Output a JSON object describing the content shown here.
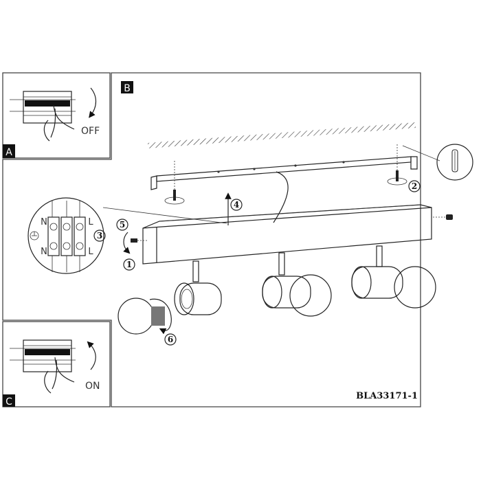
{
  "panels": {
    "a": {
      "label": "A",
      "action": "OFF"
    },
    "b": {
      "label": "B"
    },
    "c": {
      "label": "C",
      "action": "ON"
    }
  },
  "wiring": {
    "neutral": "N",
    "live": "L"
  },
  "steps": [
    "1",
    "2",
    "3",
    "4",
    "5",
    "6"
  ],
  "model_code": "BLA33171-1"
}
